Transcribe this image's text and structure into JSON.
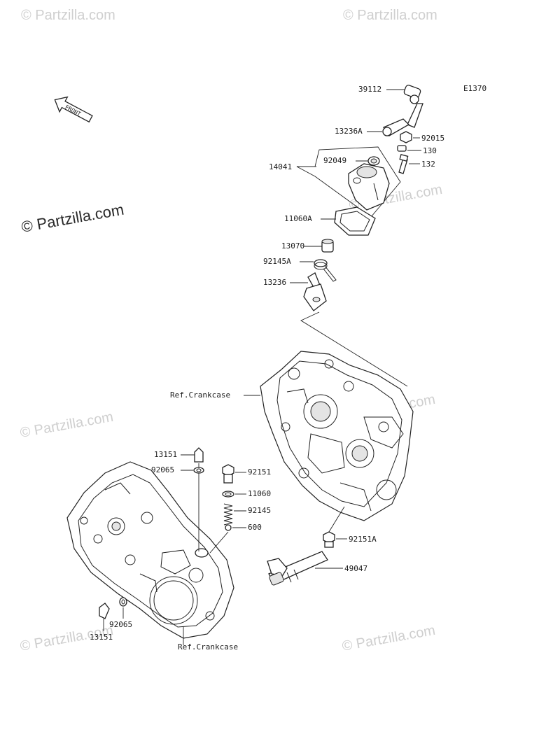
{
  "diagram_code": "E1370",
  "front_marker": "FRONT",
  "watermarks": {
    "main": "© Partzilla.com",
    "faint": "© Partzilla.com"
  },
  "labels": {
    "p39112": "39112",
    "p13236A": "13236A",
    "p92015": "92015",
    "p130": "130",
    "p132": "132",
    "p14041": "14041",
    "p92049": "92049",
    "p11060A": "11060A",
    "p13070": "13070",
    "p92145A": "92145A",
    "p13236": "13236",
    "refCrankcaseTop": "Ref.Crankcase",
    "p13151a": "13151",
    "p92065a": "92065",
    "p92151": "92151",
    "p11060": "11060",
    "p92145": "92145",
    "p600": "600",
    "p92151A": "92151A",
    "p49047": "49047",
    "p92065b": "92065",
    "p13151b": "13151",
    "refCrankcaseBottom": "Ref.Crankcase"
  }
}
